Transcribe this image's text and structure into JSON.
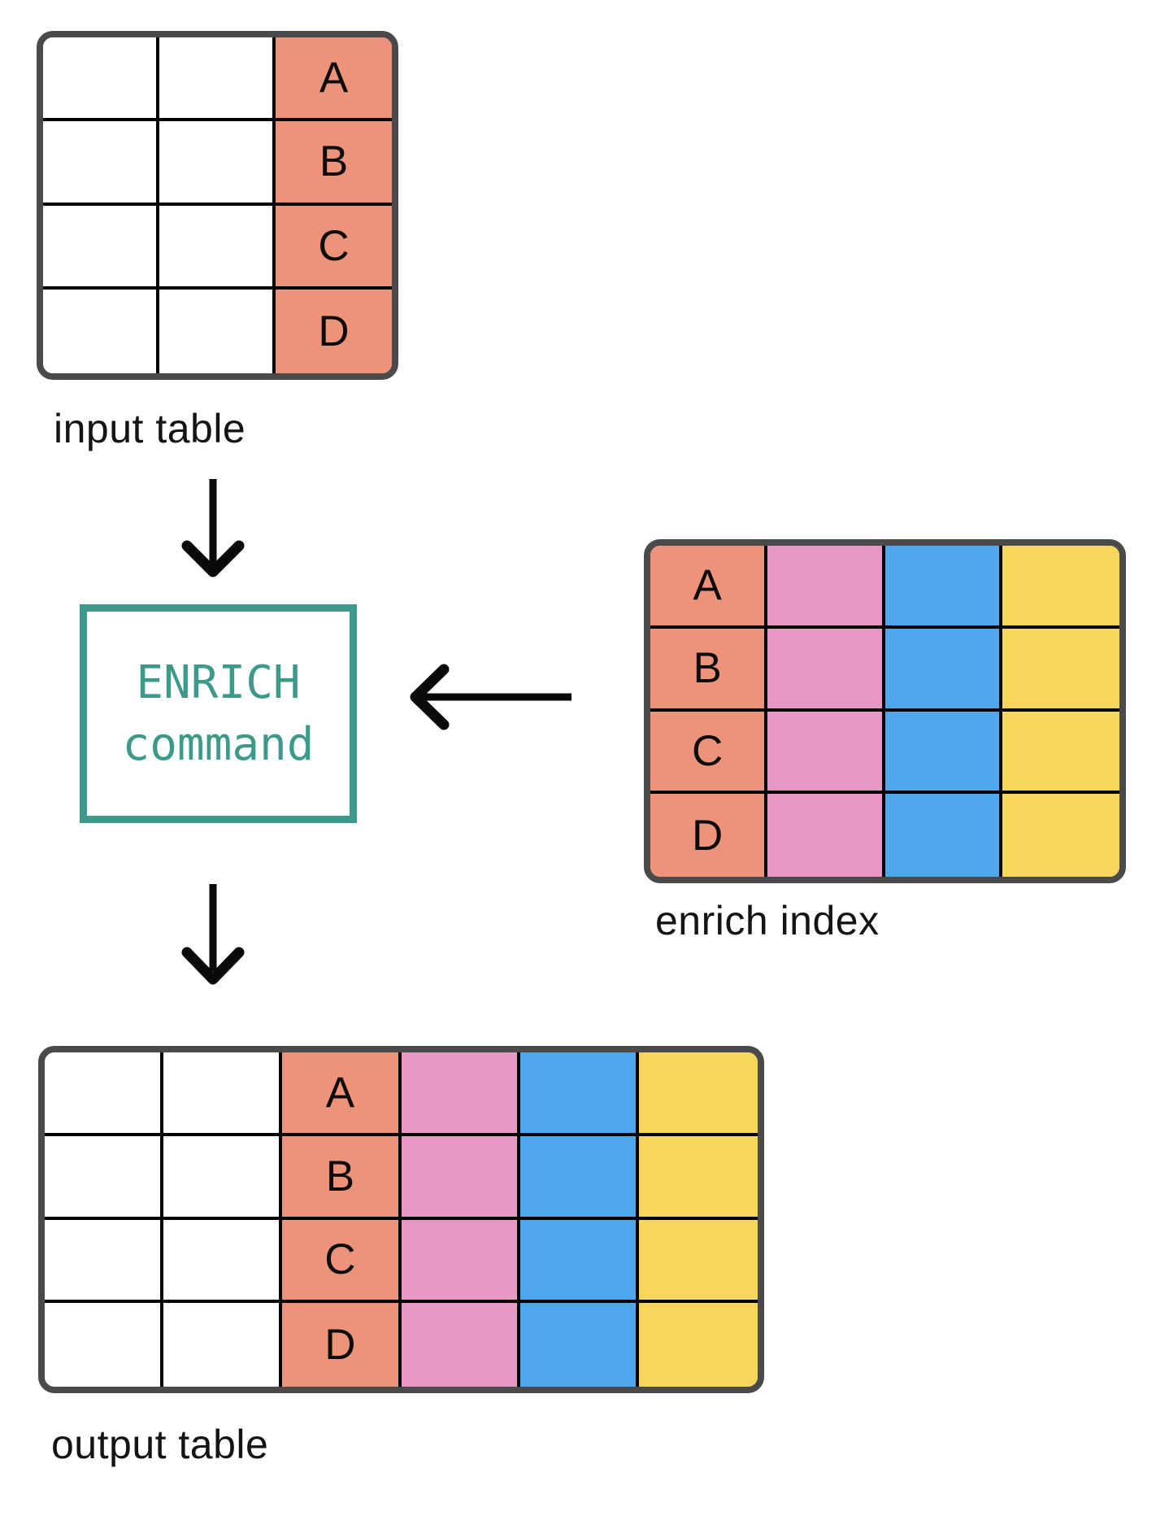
{
  "palette": {
    "salmon": "#EC9379",
    "pink": "#E997C6",
    "blue": "#4FA7EC",
    "yellow": "#F7D65C",
    "teal": "#3D9A8A",
    "border_dark": "#4A4A4A",
    "grid_line": "#000000",
    "text": "#141414"
  },
  "enrich_box": {
    "line1": "ENRICH",
    "line2": "command"
  },
  "tables": {
    "input": {
      "label": "input table",
      "columns": 3,
      "rows": 4,
      "key_column_index": 2,
      "key_column_color": "salmon",
      "key_values": [
        "A",
        "B",
        "C",
        "D"
      ]
    },
    "enrich_index": {
      "label": "enrich index",
      "columns": 4,
      "rows": 4,
      "key_column_index": 0,
      "column_colors": [
        "salmon",
        "pink",
        "blue",
        "yellow"
      ],
      "key_values": [
        "A",
        "B",
        "C",
        "D"
      ]
    },
    "output": {
      "label": "output table",
      "columns": 6,
      "rows": 4,
      "key_column_index": 2,
      "column_colors": [
        "white",
        "white",
        "salmon",
        "pink",
        "blue",
        "yellow"
      ],
      "key_values": [
        "A",
        "B",
        "C",
        "D"
      ]
    }
  },
  "arrows": [
    {
      "name": "input-table-to-enrich-command",
      "direction": "down"
    },
    {
      "name": "enrich-index-to-enrich-command",
      "direction": "left"
    },
    {
      "name": "enrich-command-to-output-table",
      "direction": "down"
    }
  ]
}
